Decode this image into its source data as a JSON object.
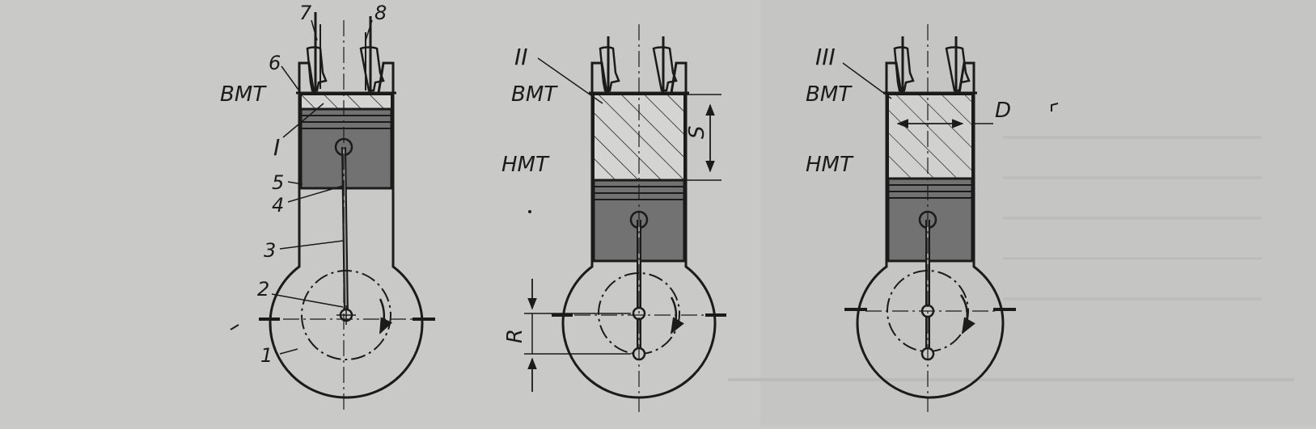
{
  "figure": {
    "stroke_color": "#1b1b1b",
    "piston_fill": "#727272",
    "paper_color": "#c9c9c7"
  },
  "engines": [
    {
      "roman": "I",
      "tdc_label": "ВМТ",
      "part_numbers": [
        "1",
        "2",
        "3",
        "4",
        "5",
        "6",
        "7",
        "8"
      ],
      "piston_position": "top dead center"
    },
    {
      "roman": "II",
      "tdc_label": "ВМТ",
      "bdc_label": "НМТ",
      "stroke_label": "S",
      "radius_label": "R",
      "piston_position": "bottom dead center"
    },
    {
      "roman": "III",
      "tdc_label": "ВМТ",
      "bdc_label": "НМТ",
      "bore_label": "D",
      "piston_position": "bottom dead center"
    }
  ]
}
